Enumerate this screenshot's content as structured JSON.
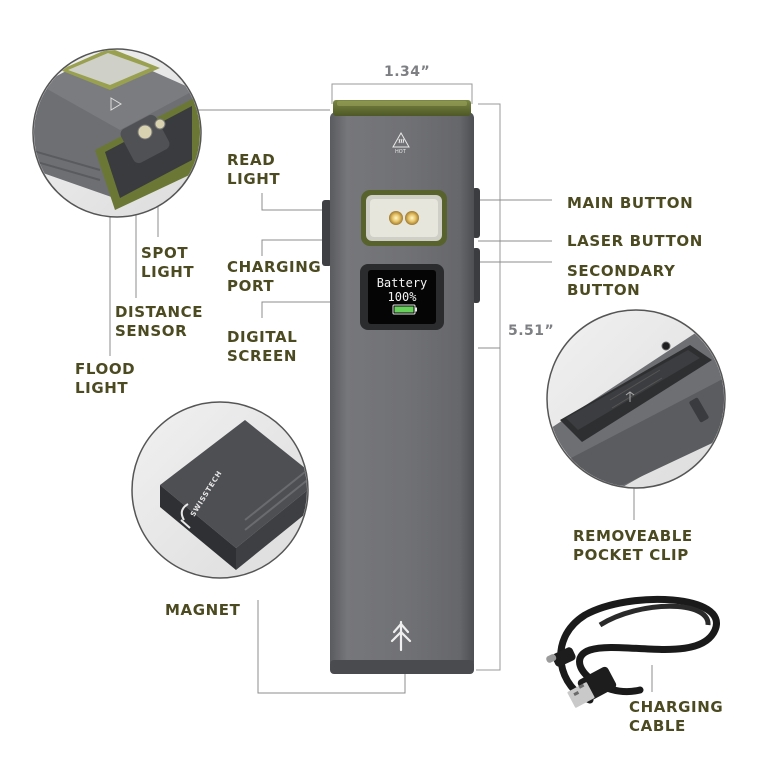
{
  "dimensions": {
    "width": "1.34”",
    "height": "5.51”"
  },
  "labels": {
    "read_light": [
      "READ",
      "LIGHT"
    ],
    "spot_light": [
      "SPOT",
      "LIGHT"
    ],
    "distance_sensor": [
      "DISTANCE",
      "SENSOR"
    ],
    "flood_light": [
      "FLOOD",
      "LIGHT"
    ],
    "charging_port": [
      "CHARGING",
      "PORT"
    ],
    "digital_screen": [
      "DIGITAL",
      "SCREEN"
    ],
    "main_button": [
      "MAIN BUTTON"
    ],
    "laser_button": [
      "LASER BUTTON"
    ],
    "secondary_button": [
      "SECONDARY",
      "BUTTON"
    ],
    "pocket_clip": [
      "REMOVEABLE",
      "POCKET CLIP"
    ],
    "magnet": [
      "MAGNET"
    ],
    "charging_cable": [
      "CHARGING",
      "CABLE"
    ]
  },
  "screen": {
    "line1": "Battery",
    "line2": "100%",
    "battery_level": 1.0
  },
  "product": {
    "brand": "SWISSTECH",
    "hot_mark": "HOT"
  },
  "colors": {
    "label": "#4b4a21",
    "dimension": "#7e7f82",
    "body": "#6d6e72",
    "accent_green": "#5f6b34",
    "leader_line": "#8c8c8c"
  },
  "icons": [
    "tree-logo-icon",
    "hot-warning-icon",
    "magnet-icon",
    "usb-c-plug-icon",
    "usb-a-plug-icon"
  ]
}
